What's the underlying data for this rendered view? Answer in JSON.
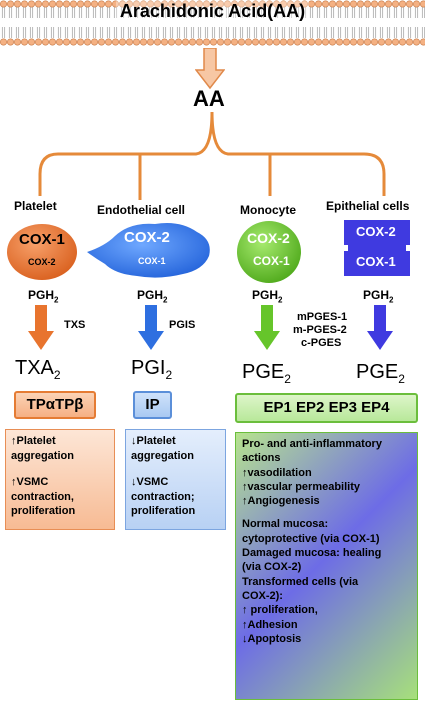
{
  "title": "Arachidonic Acid(AA)",
  "aa_label": "AA",
  "colors": {
    "orange": "#E8742E",
    "blue": "#2E6FE0",
    "green": "#66C52A",
    "purple": "#3F3AE0",
    "membrane": "#F4B183",
    "bracket": "#E58A3A"
  },
  "columns": [
    {
      "cell": "Platelet",
      "enzyme_main": "COX-1",
      "enzyme_sub": "COX-2",
      "pgh": "PGH",
      "pgh_sub": "2",
      "enzyme_label": "TXS",
      "product": "TXA",
      "product_sub": "2",
      "receptor": "TPαTPβ",
      "effects": [
        "↑Platelet",
        "aggregation",
        "",
        "↑VSMC",
        "contraction,",
        "proliferation"
      ]
    },
    {
      "cell": "Endothelial cell",
      "enzyme_main": "COX-2",
      "enzyme_sub": "COX-1",
      "pgh": "PGH",
      "pgh_sub": "2",
      "enzyme_label": "PGIS",
      "product": "PGI",
      "product_sub": "2",
      "receptor": "IP",
      "effects": [
        "↓Platelet",
        "aggregation",
        "",
        "↓VSMC",
        "contraction;",
        "proliferation"
      ]
    },
    {
      "cell": "Monocyte",
      "enzyme_main": "COX-2",
      "enzyme_sub": "COX-1",
      "pgh": "PGH",
      "pgh_sub": "2",
      "enzyme_labels": [
        "mPGES-1",
        "m-PGES-2",
        "c-PGES"
      ],
      "product": "PGE",
      "product_sub": "2"
    },
    {
      "cell": "Epithelial cells",
      "enzyme_main": "COX-2",
      "enzyme_sub": "COX-1",
      "pgh": "PGH",
      "pgh_sub": "2",
      "product": "PGE",
      "product_sub": "2"
    }
  ],
  "ep_receptors": "EP1 EP2 EP3 EP4",
  "pge_effects": [
    "Pro- and anti-inflammatory",
    "actions",
    "↑vasodilation",
    "↑vascular permeability",
    "↑Angiogenesis",
    "",
    "Normal mucosa:",
    "cytoprotective (via COX-1)",
    "Damaged mucosa: healing",
    "(via COX-2)",
    "Transformed cells (via",
    "COX-2):",
    "↑ proliferation,",
    "↑Adhesion",
    "↓Apoptosis"
  ]
}
